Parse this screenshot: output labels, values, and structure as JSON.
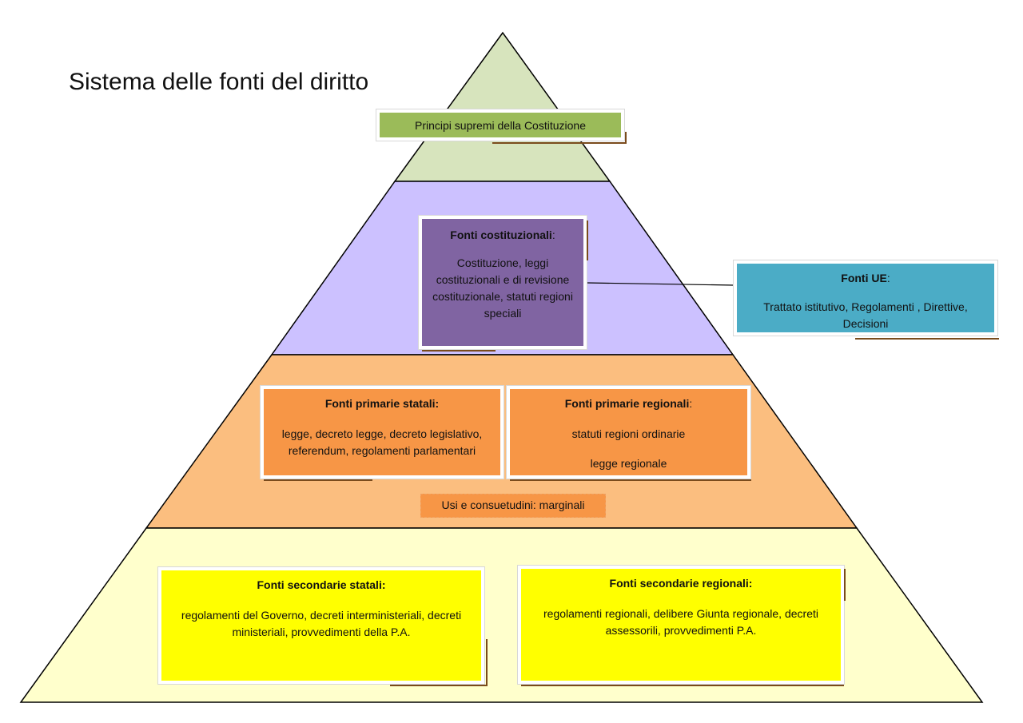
{
  "title": "Sistema delle fonti del diritto",
  "colors": {
    "tier_top": "#d7e4bd",
    "tier_cost": "#ccc1ff",
    "tier_primary": "#fbbe7f",
    "tier_secondary": "#ffffcc",
    "principi": "#9bbb59",
    "costituzionali": "#8064a2",
    "ue": "#4bacc6",
    "primarie": "#f79646",
    "secondarie": "#ffff00"
  },
  "principi": {
    "text": "Principi supremi  della Costituzione"
  },
  "costituzionali": {
    "heading": "Fonti costituzionali",
    "colon": ":",
    "body": "Costituzione, leggi costituzionali e di revisione costituzionale, statuti regioni speciali"
  },
  "ue": {
    "heading": "Fonti UE",
    "colon": ":",
    "body": "Trattato istitutivo, Regolamenti , Direttive, Decisioni"
  },
  "primarie_statali": {
    "heading": "Fonti primarie statali:",
    "body": "legge, decreto legge, decreto legislativo, referendum, regolamenti  parlamentari"
  },
  "primarie_regionali": {
    "heading": "Fonti primarie regionali",
    "colon": ":",
    "line1": "statuti regioni ordinarie",
    "line2": "legge regionale"
  },
  "usi": {
    "text": "Usi e consuetudini: marginali"
  },
  "secondarie_statali": {
    "heading": "Fonti secondarie statali:",
    "body": "regolamenti del Governo, decreti interministeriali, decreti ministeriali, provvedimenti della P.A."
  },
  "secondarie_regionali": {
    "heading": "Fonti secondarie regionali:",
    "body": "regolamenti regionali, delibere Giunta regionale, decreti assessorili, provvedimenti P.A."
  }
}
